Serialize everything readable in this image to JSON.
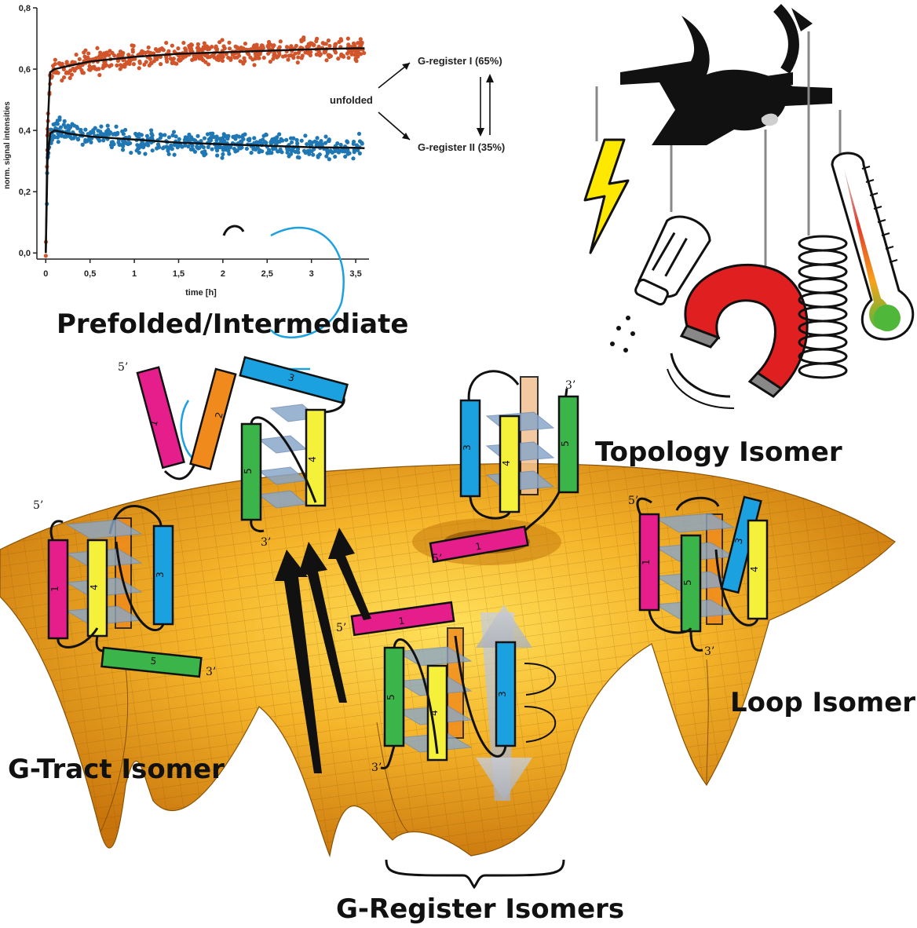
{
  "labels": {
    "prefolded": "Prefolded/Intermediate",
    "topology": "Topology Isomer",
    "loop": "Loop Isomer",
    "gtract": "G-Tract Isomer",
    "gregister": "G-Register Isomers"
  },
  "scheme": {
    "unfolded": "unfolded",
    "reg1": "G-register I (65%)",
    "reg2": "G-register II (35%)"
  },
  "strand_ends": {
    "five": "5’",
    "three": "3’"
  },
  "strand_numbers": [
    "1",
    "2",
    "3",
    "4",
    "5"
  ],
  "colors": {
    "series1": "#d2542a",
    "series2": "#1f77b4",
    "fit": "#111111",
    "surface": "#f2a21c",
    "strand1": "#e61e8c",
    "strand2": "#f08a1c",
    "strand3": "#1ba0e0",
    "strand4": "#f5f03a",
    "strand5": "#3bb54a",
    "plate": "#7f9bbf",
    "lightning": "#ffe800",
    "magnet": "#e02020"
  },
  "icons": [
    "puppeteer-hand-icon",
    "lightning-icon",
    "salt-shaker-icon",
    "magnet-icon",
    "spring-icon",
    "thermometer-icon"
  ],
  "chart_data": {
    "type": "scatter",
    "xlabel": "time [h]",
    "ylabel": "norm. signal intensities",
    "xlim": [
      -0.1,
      3.65
    ],
    "ylim": [
      -0.02,
      0.8
    ],
    "xticks": [
      "0",
      "0,5",
      "1",
      "1,5",
      "2",
      "2,5",
      "3",
      "3,5"
    ],
    "yticks": [
      "0,0",
      "0,2",
      "0,4",
      "0,6",
      "0,8"
    ],
    "series": [
      {
        "x": [
          0,
          0.02,
          0.05,
          0.1,
          0.25,
          0.5,
          1,
          1.5,
          2,
          2.5,
          3,
          3.5,
          3.6
        ],
        "y": [
          0.0,
          0.4,
          0.59,
          0.6,
          0.61,
          0.625,
          0.64,
          0.65,
          0.655,
          0.66,
          0.665,
          0.668,
          0.668
        ]
      },
      {
        "x": [
          0,
          0.02,
          0.05,
          0.1,
          0.25,
          0.5,
          1,
          1.5,
          2,
          2.5,
          3,
          3.5,
          3.6
        ],
        "y": [
          0.0,
          0.3,
          0.39,
          0.4,
          0.39,
          0.38,
          0.37,
          0.36,
          0.355,
          0.35,
          0.345,
          0.343,
          0.342
        ]
      }
    ]
  }
}
